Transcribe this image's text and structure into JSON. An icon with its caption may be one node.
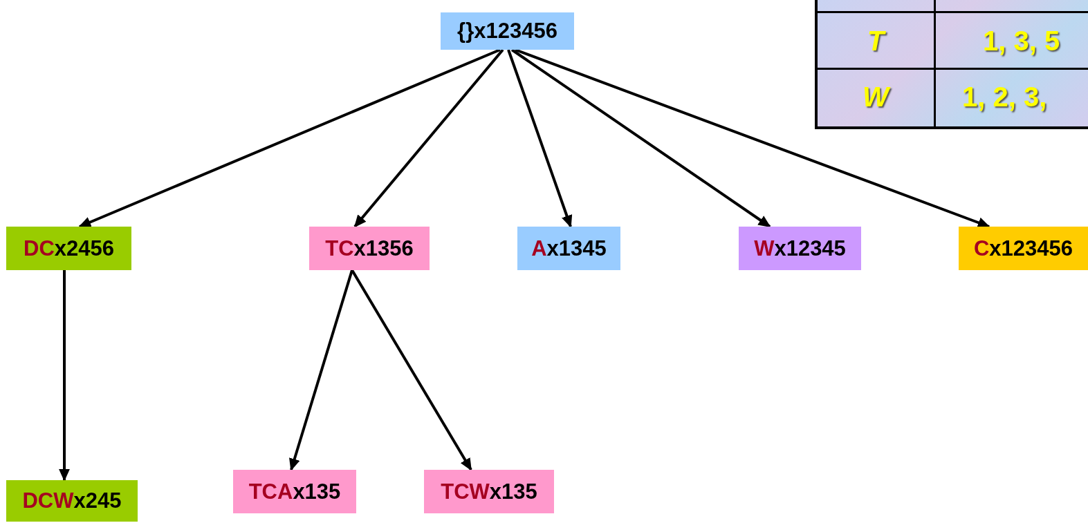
{
  "diagram": {
    "nodes": [
      {
        "text": [
          "{}x123456"
        ]
      },
      {
        "text": [
          "DC",
          "x2456"
        ]
      },
      {
        "text": [
          "TC",
          "x1356"
        ]
      },
      {
        "text": [
          "A",
          "x1345"
        ]
      },
      {
        "text": [
          "W",
          "x12345"
        ]
      },
      {
        "text": [
          "C",
          "x123456"
        ]
      },
      {
        "text": [
          "DCW",
          "x245"
        ]
      },
      {
        "text": [
          "TCA",
          "x135"
        ]
      },
      {
        "text": [
          "TCW",
          "x135"
        ]
      }
    ],
    "edges": [
      {
        "from": 0,
        "to": 1,
        "arrow": "to"
      },
      {
        "from": 0,
        "to": 2,
        "arrow": "to"
      },
      {
        "from": 0,
        "to": 3,
        "arrow": "to"
      },
      {
        "from": 0,
        "to": 4,
        "arrow": "to"
      },
      {
        "from": 0,
        "to": 5,
        "arrow": "to"
      },
      {
        "from": 1,
        "to": 6,
        "arrow": "to"
      },
      {
        "from": 2,
        "to": 7,
        "arrow": "to"
      },
      {
        "from": 2,
        "to": 8,
        "arrow": "to"
      }
    ],
    "labels": [
      "T",
      "1, 3, 5",
      "W",
      "1, 2, 3,"
    ]
  }
}
